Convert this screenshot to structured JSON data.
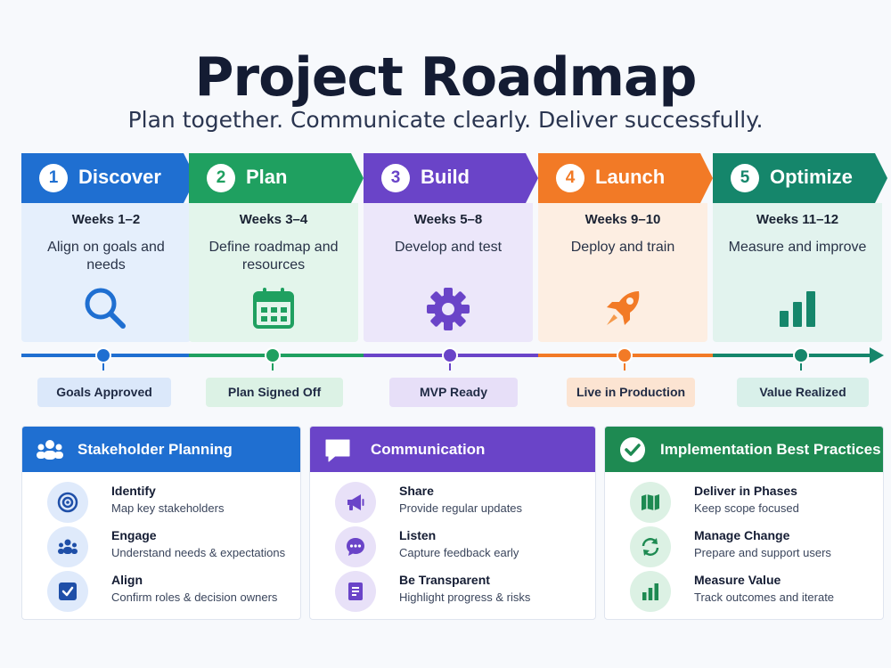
{
  "header": {
    "title": "Project Roadmap",
    "subtitle": "Plan together. Communicate clearly. Deliver successfully."
  },
  "phases": [
    {
      "number": "1",
      "name": "Discover",
      "weeks": "Weeks 1–2",
      "description": "Align on goals and needs",
      "icon": "magnifier-icon",
      "milestone": "Goals Approved",
      "color": "#1f6fd1"
    },
    {
      "number": "2",
      "name": "Plan",
      "weeks": "Weeks 3–4",
      "description": "Define roadmap and resources",
      "icon": "calendar-icon",
      "milestone": "Plan Signed Off",
      "color": "#1fa060"
    },
    {
      "number": "3",
      "name": "Build",
      "weeks": "Weeks 5–8",
      "description": "Develop and test",
      "icon": "gear-icon",
      "milestone": "MVP Ready",
      "color": "#6a44c8"
    },
    {
      "number": "4",
      "name": "Launch",
      "weeks": "Weeks 9–10",
      "description": "Deploy and train",
      "icon": "rocket-icon",
      "milestone": "Live in Production",
      "color": "#f27a26"
    },
    {
      "number": "5",
      "name": "Optimize",
      "weeks": "Weeks 11–12",
      "description": "Measure and improve",
      "icon": "bar-chart-icon",
      "milestone": "Value Realized",
      "color": "#15866b"
    }
  ],
  "panels": [
    {
      "title": "Stakeholder Planning",
      "icon": "people-group-icon",
      "color": "#1f6fd1",
      "items": [
        {
          "title": "Identify",
          "subtitle": "Map key stakeholders",
          "icon": "target-icon"
        },
        {
          "title": "Engage",
          "subtitle": "Understand needs & expectations",
          "icon": "people-icon"
        },
        {
          "title": "Align",
          "subtitle": "Confirm roles & decision owners",
          "icon": "checkbox-icon"
        }
      ]
    },
    {
      "title": "Communication",
      "icon": "speech-bubble-icon",
      "color": "#6a44c8",
      "items": [
        {
          "title": "Share",
          "subtitle": "Provide regular updates",
          "icon": "megaphone-icon"
        },
        {
          "title": "Listen",
          "subtitle": "Capture feedback early",
          "icon": "chat-icon"
        },
        {
          "title": "Be Transparent",
          "subtitle": "Highlight progress & risks",
          "icon": "document-icon"
        }
      ]
    },
    {
      "title": "Implementation Best Practices",
      "icon": "check-circle-icon",
      "color": "#1e8a52",
      "items": [
        {
          "title": "Deliver in Phases",
          "subtitle": "Keep scope focused",
          "icon": "map-icon"
        },
        {
          "title": "Manage Change",
          "subtitle": "Prepare and support users",
          "icon": "refresh-icon"
        },
        {
          "title": "Measure Value",
          "subtitle": "Track outcomes and iterate",
          "icon": "bar-chart-icon"
        }
      ]
    }
  ]
}
